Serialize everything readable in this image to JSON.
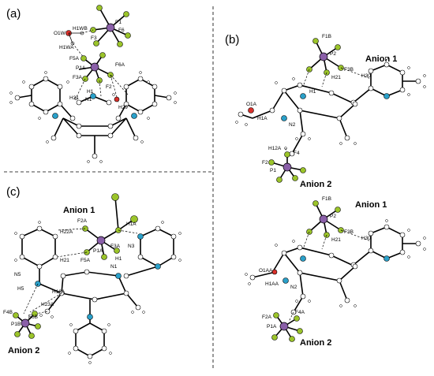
{
  "panels": {
    "a": {
      "label": "(a)",
      "atoms": [
        "O1W",
        "H1WB",
        "H1WA",
        "F6",
        "F3",
        "P1",
        "F5A",
        "P1A",
        "F6A",
        "F3A",
        "F2",
        "H31",
        "H1",
        "N1",
        "H29"
      ]
    },
    "b": {
      "label": "(b)",
      "anion1": "Anion 1",
      "anion2": "Anion 2",
      "atoms": [
        "F1B",
        "P2",
        "F3B",
        "H21",
        "H30",
        "O1A",
        "H1A",
        "N2",
        "H1",
        "H12A",
        "F4",
        "F2",
        "P1"
      ]
    },
    "c": {
      "label": "(c)",
      "anion1": "Anion 1",
      "anion2": "Anion 2",
      "atoms": [
        "F2A",
        "H22A",
        "H1A",
        "N3",
        "P1A",
        "F3A",
        "F5A",
        "H21",
        "H1",
        "N1",
        "N5",
        "H5",
        "H16A",
        "H23A",
        "F4B",
        "P1B",
        "F6B"
      ]
    },
    "d": {
      "anion1": "Anion 1",
      "anion2": "Anion 2",
      "atoms": [
        "F1B",
        "P2",
        "F3B",
        "H21",
        "H30",
        "O1AA",
        "H1AA",
        "N2",
        "F4A",
        "F2A",
        "P1A"
      ]
    }
  },
  "colors": {
    "phosphorus": "#8a5fa8",
    "fluorine": "#9bc42a",
    "nitrogen": "#2aa0c9",
    "oxygen": "#d9302a",
    "carbon": "#ffffff"
  }
}
